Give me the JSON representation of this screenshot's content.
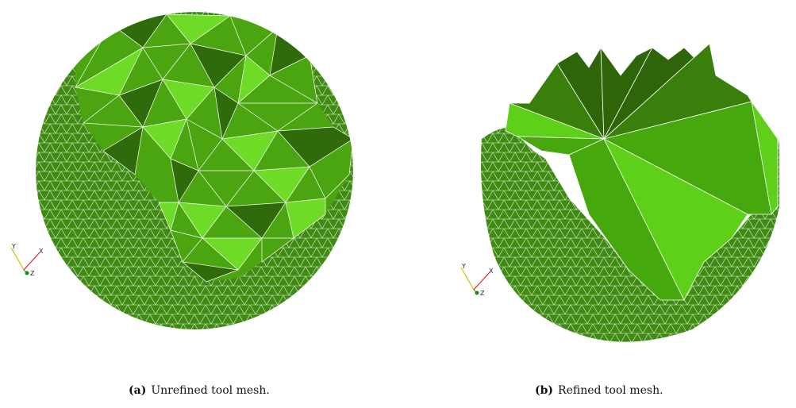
{
  "panels": [
    {
      "tag": "(a)",
      "caption": "Unrefined tool mesh.",
      "axes": {
        "y": "Y",
        "x": "X",
        "z": "Z"
      },
      "colors": {
        "mesh_dark": "#2f6b0a",
        "mesh_mid": "#4aa511",
        "mesh_light": "#6edc26",
        "shell": "#3f8a12",
        "wire": "#ffffff"
      }
    },
    {
      "tag": "(b)",
      "caption": "Refined tool mesh.",
      "axes": {
        "y": "Y",
        "x": "X",
        "z": "Z"
      },
      "colors": {
        "mesh_dark": "#2d6508",
        "mesh_mid": "#45a80c",
        "mesh_light": "#5fd01a",
        "shell": "#3f8a12",
        "wire": "#ffffff"
      }
    }
  ]
}
